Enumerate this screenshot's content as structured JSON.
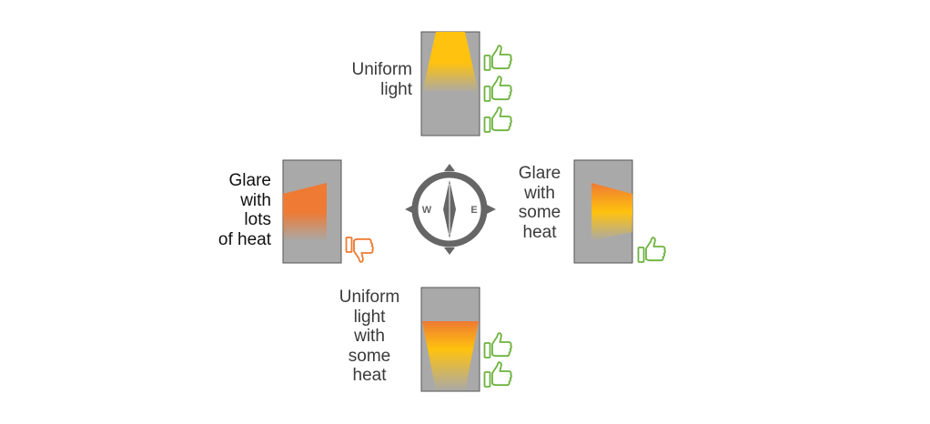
{
  "compass": {
    "west": "W",
    "east": "E"
  },
  "orientations": [
    {
      "id": "north",
      "label": "Uniform\nlight",
      "rating": "like",
      "thumbs_count": 3
    },
    {
      "id": "west",
      "label": "Glare\nwith\nlots\nof heat",
      "rating": "dislike",
      "thumbs_count": 1
    },
    {
      "id": "east",
      "label": "Glare\nwith\nsome\nheat",
      "rating": "like",
      "thumbs_count": 1
    },
    {
      "id": "south",
      "label": "Uniform\nlight\nwith\nsome\nheat",
      "rating": "like",
      "thumbs_count": 2
    }
  ],
  "colors": {
    "panel": "#a9a9a9",
    "panel_border": "#555555",
    "light_yellow": "#ffc20e",
    "heat_orange": "#ee7a33",
    "like_green": "#6db33f",
    "dislike_orange": "#ee7a33",
    "compass": "#666666"
  }
}
